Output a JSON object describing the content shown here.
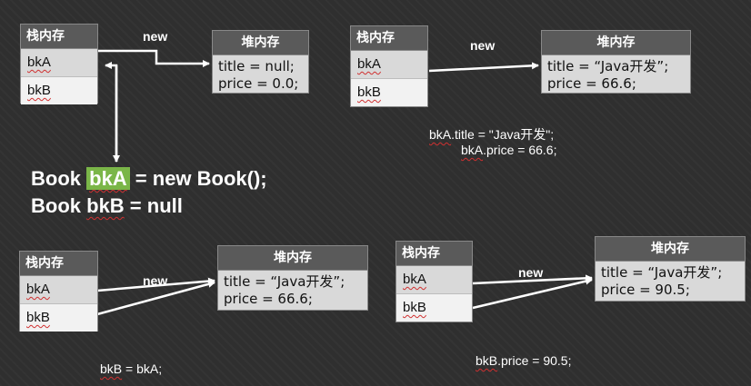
{
  "labels": {
    "stack_header": "栈内存",
    "heap_header": "堆内存",
    "var_a": "bkA",
    "var_b": "bkB",
    "new_label": "new"
  },
  "heap_initial": {
    "line1": "title = null;",
    "line2": "price = 0.0;"
  },
  "heap_java": {
    "line1": "title = “Java开发”;",
    "line2": "price = 66.6;"
  },
  "heap_updated": {
    "line1": "title = “Java开发”;",
    "line2": "price = 90.5;"
  },
  "code": {
    "line1_pre": "Book ",
    "line1_var": "bkA",
    "line1_post": " = new Book();",
    "line2_pre": "Book ",
    "line2_var": "bkB",
    "line2_post": " = null"
  },
  "notes": {
    "assign_title_obj": "bkA",
    "assign_title_rest": ".title = \"Java开发\";",
    "assign_price_obj": "bkA",
    "assign_price_rest": ".price = 66.6;",
    "assign_ref_obj": "bkB",
    "assign_ref_rest": " = bkA;",
    "assign_price2_obj": "bkB",
    "assign_price2_rest": ".price = 90.5;"
  },
  "colors": {
    "background": "#2f2f2f",
    "header": "#5a5a5a",
    "highlight": "#7ab648",
    "arrow": "#ffffff"
  }
}
